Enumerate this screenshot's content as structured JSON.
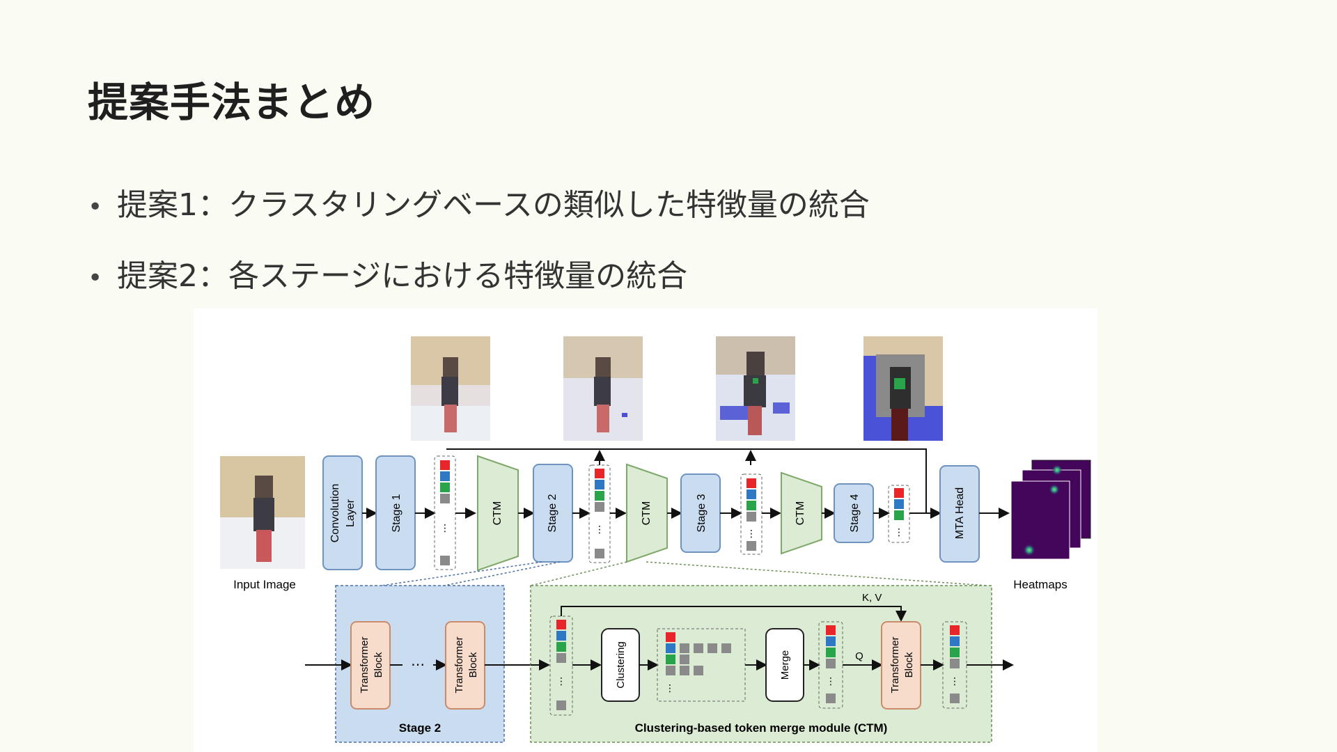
{
  "slide": {
    "title": "提案手法まとめ",
    "bullets": [
      "提案1：クラスタリングベースの類似した特徴量の統合",
      "提案2：各ステージにおける特徴量の統合"
    ]
  },
  "figure": {
    "input_caption": "Input Image",
    "heatmaps_caption": "Heatmaps",
    "conv_label_1": "Convolution",
    "conv_label_2": "Layer",
    "stage1": "Stage 1",
    "stage2": "Stage 2",
    "stage3": "Stage 3",
    "stage4": "Stage 4",
    "ctm": "CTM",
    "mta_head": "MTA Head",
    "transformer_1": "Transformer",
    "transformer_2": "Block",
    "clustering": "Clustering",
    "merge": "Merge",
    "kv": "K, V",
    "q": "Q",
    "dots": "⋯",
    "stage2_panel_caption": "Stage 2",
    "ctm_panel_caption": "Clustering-based token merge module (CTM)",
    "colors": {
      "stage_fill": "#c9dcf0",
      "stage_stroke": "#6e93bf",
      "ctm_fill": "#dcebd3",
      "ctm_stroke": "#7fa86b",
      "transformer_fill": "#f7dccb",
      "transformer_stroke": "#c98b6a",
      "token_red": "#e8262a",
      "token_blue": "#2f78c4",
      "token_green": "#2aa44a",
      "token_gray": "#8a8a8a",
      "heatmap_bg": "#44065a"
    }
  }
}
